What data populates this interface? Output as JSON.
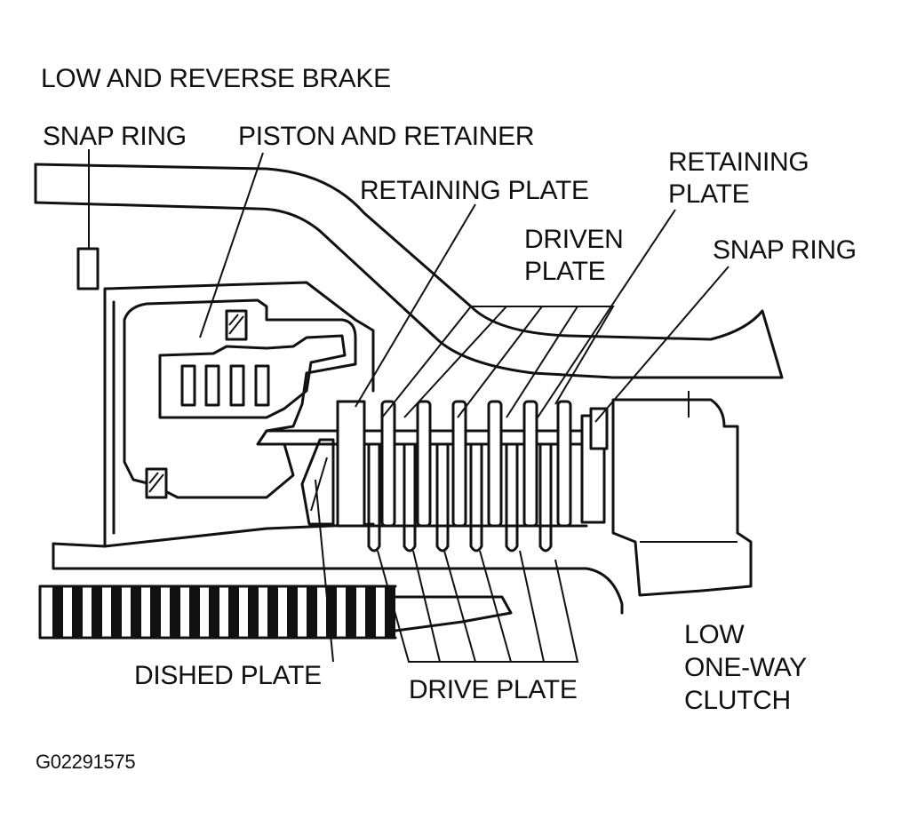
{
  "diagram": {
    "title": "LOW AND REVERSE BRAKE",
    "labels": {
      "snap_ring_left": "SNAP RING",
      "piston_and_retainer": "PISTON AND RETAINER",
      "retaining_plate_center": "RETAINING PLATE",
      "retaining_plate_right_line1": "RETAINING",
      "retaining_plate_right_line2": "PLATE",
      "driven_plate_line1": "DRIVEN",
      "driven_plate_line2": "PLATE",
      "snap_ring_right": "SNAP RING",
      "dished_plate": "DISHED PLATE",
      "drive_plate": "DRIVE PLATE",
      "low_one_way_clutch_line1": "LOW",
      "low_one_way_clutch_line2": "ONE-WAY",
      "low_one_way_clutch_line3": "CLUTCH"
    },
    "figure_id": "G02291575"
  }
}
